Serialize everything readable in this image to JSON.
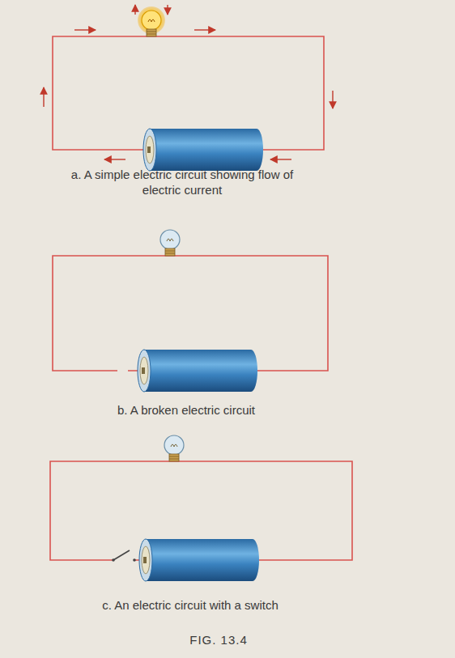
{
  "diagram": {
    "caption": "FIG. 13.4",
    "labels": [
      "a. A simple electric circuit showing flow of electric current",
      "b. A broken electric circuit",
      "c. An electric circuit with a switch"
    ]
  }
}
